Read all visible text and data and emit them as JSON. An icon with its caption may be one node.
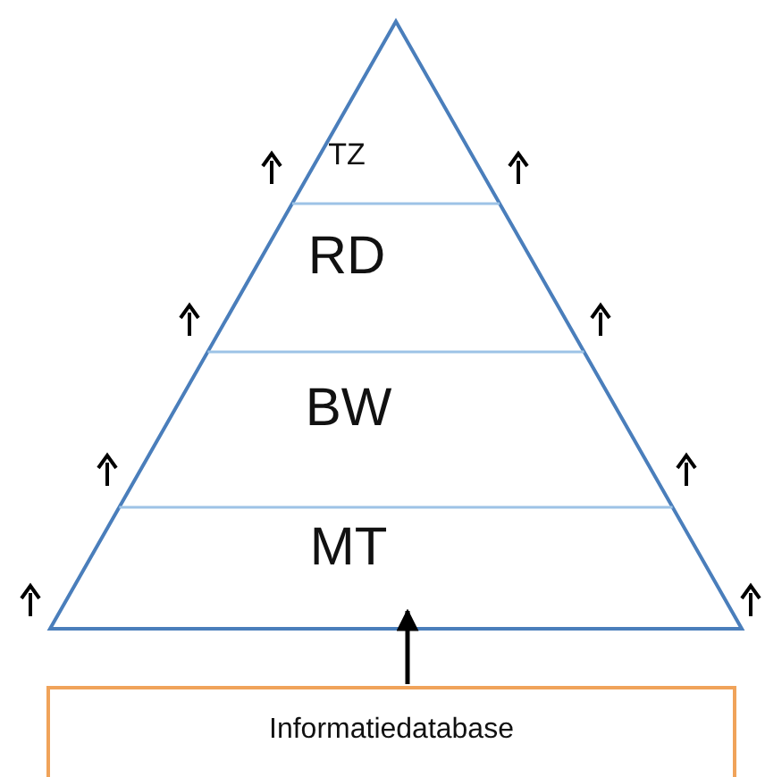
{
  "diagram": {
    "nodes": [
      {
        "text": [],
        "shape": "triangle"
      },
      {
        "text": [
          "TZ"
        ],
        "in": 0
      },
      {
        "text": [
          "RD"
        ],
        "in": 0
      },
      {
        "text": [
          "BW"
        ],
        "in": 0
      },
      {
        "text": [
          "MT"
        ],
        "in": 0
      },
      {
        "text": [
          "Informatiedatabase"
        ]
      }
    ],
    "edges": [
      {
        "from": 5,
        "to": 4,
        "arrow": "to"
      }
    ]
  }
}
